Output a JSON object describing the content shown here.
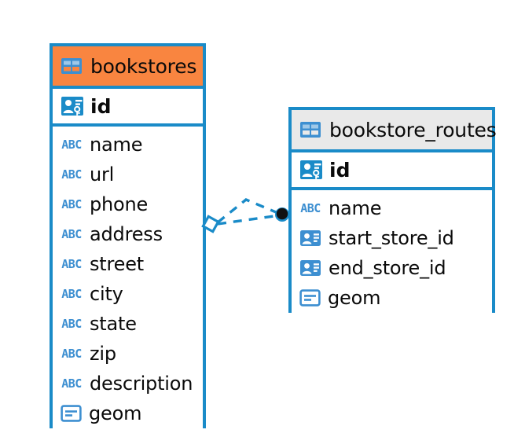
{
  "diagram": {
    "type": "entity-relationship-diagram",
    "background_color": "#ffffff",
    "accent_color": "#1a8bc8",
    "highlight_color": "#f98540",
    "header_grey": "#e9e9e9",
    "icon_blue": "#3d8fd1"
  },
  "entities": [
    {
      "name": "bookstores",
      "header_style": "orange",
      "table_icon": "table-grid-icon",
      "primary_key": {
        "label": "id",
        "icon": "primary-key-icon"
      },
      "fields": [
        {
          "label": "name",
          "icon": "abc-text-icon",
          "type_hint": "ABC"
        },
        {
          "label": "url",
          "icon": "abc-text-icon",
          "type_hint": "ABC"
        },
        {
          "label": "phone",
          "icon": "abc-text-icon",
          "type_hint": "ABC"
        },
        {
          "label": "address",
          "icon": "abc-text-icon",
          "type_hint": "ABC"
        },
        {
          "label": "street",
          "icon": "abc-text-icon",
          "type_hint": "ABC"
        },
        {
          "label": "city",
          "icon": "abc-text-icon",
          "type_hint": "ABC"
        },
        {
          "label": "state",
          "icon": "abc-text-icon",
          "type_hint": "ABC"
        },
        {
          "label": "zip",
          "icon": "abc-text-icon",
          "type_hint": "ABC"
        },
        {
          "label": "description",
          "icon": "abc-text-icon",
          "type_hint": "ABC"
        },
        {
          "label": "geom",
          "icon": "geometry-icon",
          "type_hint": "GEOM"
        }
      ]
    },
    {
      "name": "bookstore_routes",
      "header_style": "grey",
      "table_icon": "table-grid-icon",
      "primary_key": {
        "label": "id",
        "icon": "primary-key-icon"
      },
      "fields": [
        {
          "label": "name",
          "icon": "abc-text-icon",
          "type_hint": "ABC"
        },
        {
          "label": "start_store_id",
          "icon": "foreign-key-icon",
          "type_hint": "FK"
        },
        {
          "label": "end_store_id",
          "icon": "foreign-key-icon",
          "type_hint": "FK"
        },
        {
          "label": "geom",
          "icon": "geometry-icon",
          "type_hint": "GEOM"
        }
      ]
    }
  ],
  "relationship": {
    "from_entity": "bookstores",
    "to_entity": "bookstore_routes",
    "line_style": "dashed",
    "line_color": "#1a8bc8",
    "source_marker": "diamond-outline",
    "target_marker": "filled-circle",
    "target_marker_color": "#111111",
    "branch_count": 2
  }
}
